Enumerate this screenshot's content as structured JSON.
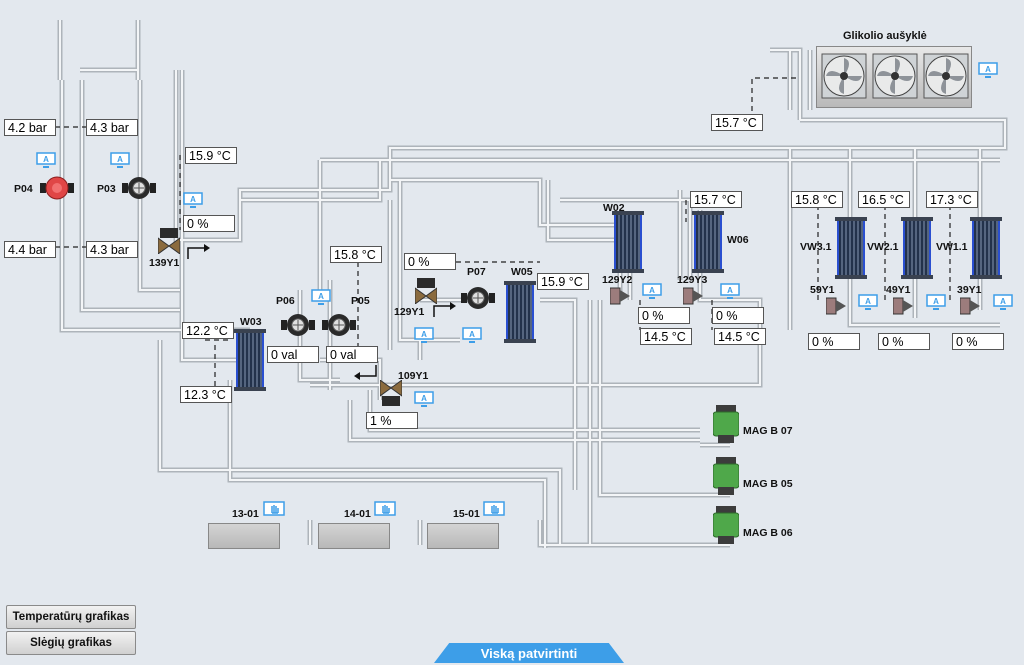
{
  "cooler": {
    "title": "Glikolio aušyklė"
  },
  "pumps": {
    "p04": "P04",
    "p03": "P03",
    "p06": "P06",
    "p05": "P05",
    "p07": "P07"
  },
  "pressures": {
    "p1": "4.2 bar",
    "p2": "4.3 bar",
    "p3": "4.4 bar",
    "p4": "4.3 bar"
  },
  "temps": {
    "t_p03_out": "15.9 °C",
    "t_cooler": "15.7 °C",
    "t_p06": "15.8 °C",
    "t_w03_in": "12.2 °C",
    "t_w03_out": "12.3 °C",
    "t_w05": "15.9 °C",
    "t_w06": "15.7 °C",
    "t_129y2": "14.5 °C",
    "t_129y3": "14.5 °C",
    "t_vw31": "15.8 °C",
    "t_vw21": "16.5 °C",
    "t_vw11": "17.3 °C"
  },
  "valves": {
    "v139y1": {
      "label": "139Y1",
      "pos": "0 %"
    },
    "v129y1": {
      "label": "129Y1",
      "pos": "0 %"
    },
    "v109y1": {
      "label": "109Y1",
      "pos": "1 %"
    },
    "v129y2": {
      "label": "129Y2",
      "pos": "0 %"
    },
    "v129y3": {
      "label": "129Y3",
      "pos": "0 %"
    },
    "v59y1": {
      "label": "59Y1",
      "pos": "0 %"
    },
    "v49y1": {
      "label": "49Y1",
      "pos": "0 %"
    },
    "v39y1": {
      "label": "39Y1",
      "pos": "0 %"
    }
  },
  "hours": {
    "p06": "0 val",
    "p05": "0 val"
  },
  "exchangers": {
    "w03": "W03",
    "w05": "W05",
    "w02": "W02",
    "w06": "W06",
    "vw31": "VW3.1",
    "vw21": "VW2.1",
    "vw11": "VW1.1"
  },
  "mags": {
    "m07": "MAG B 07",
    "m05": "MAG B 05",
    "m06": "MAG B 06"
  },
  "tanks": {
    "t13": "13-01",
    "t14": "14-01",
    "t15": "15-01"
  },
  "buttons": {
    "temp_chart": "Temperatūrų grafikas",
    "pressure_chart": "Slėgių grafikas",
    "confirm_all": "Viską patvirtinti"
  },
  "colors": {
    "accent": "#3d9ee8",
    "pipe": "#aeb4ba",
    "pump_alarm": "#e04646",
    "mag": "#4fa84a",
    "background": "#e3e8ee"
  }
}
